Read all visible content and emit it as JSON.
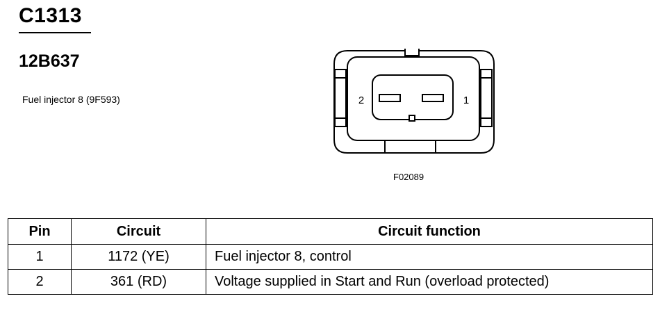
{
  "connector": {
    "id": "C1313",
    "part_number": "12B637",
    "description": "Fuel injector 8 (9F593)",
    "pin_label_left": "2",
    "pin_label_right": "1",
    "figure_ref": "F02089"
  },
  "table": {
    "headers": [
      "Pin",
      "Circuit",
      "Circuit function"
    ],
    "rows": [
      {
        "pin": "1",
        "circuit": "1172 (YE)",
        "function": "Fuel injector 8, control"
      },
      {
        "pin": "2",
        "circuit": "361 (RD)",
        "function": "Voltage supplied in Start and Run (overload protected)"
      }
    ]
  }
}
